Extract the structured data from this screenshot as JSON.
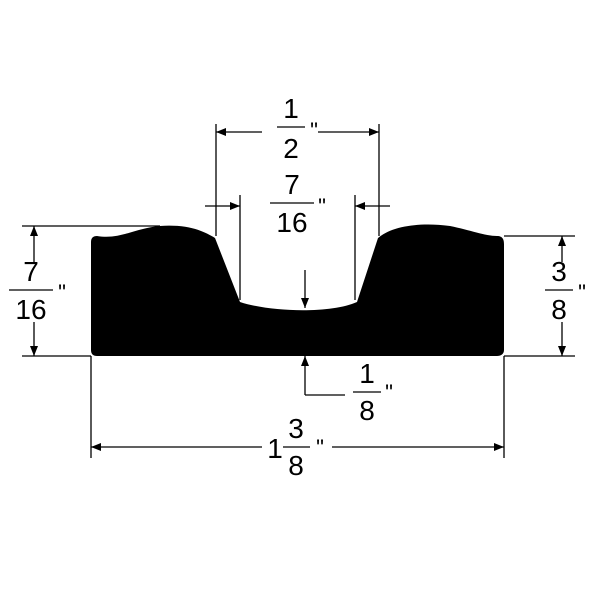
{
  "colors": {
    "profile_fill": "#000000",
    "line": "#000000",
    "background": "#ffffff"
  },
  "dimensions": {
    "top_opening": {
      "numerator": "1",
      "denominator": "2",
      "unit": "\""
    },
    "groove_bottom": {
      "numerator": "7",
      "denominator": "16",
      "unit": "\""
    },
    "left_height": {
      "numerator": "7",
      "denominator": "16",
      "unit": "\""
    },
    "right_height": {
      "numerator": "3",
      "denominator": "8",
      "unit": "\""
    },
    "base_thickness": {
      "numerator": "1",
      "denominator": "8",
      "unit": "\""
    },
    "overall_width": {
      "whole": "1",
      "numerator": "3",
      "denominator": "8",
      "unit": "\""
    }
  }
}
